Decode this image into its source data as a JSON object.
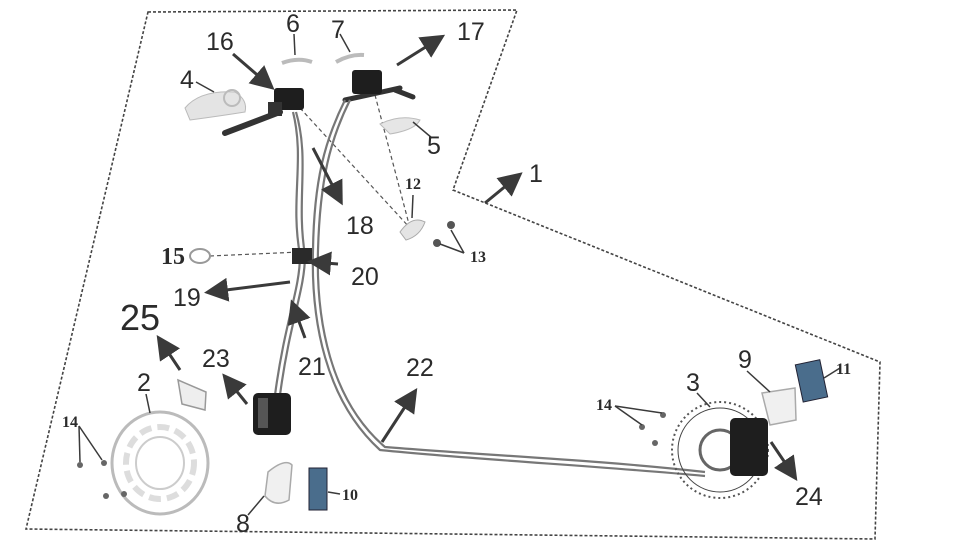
{
  "diagram": {
    "part_numbers": {
      "p1": "1",
      "p2": "2",
      "p3": "3",
      "p4": "4",
      "p5": "5",
      "p6": "6",
      "p7": "7",
      "p8": "8",
      "p9": "9",
      "p10": "10",
      "p11": "11",
      "p12": "12",
      "p13": "13",
      "p14a": "14",
      "p14b": "14",
      "p15": "15",
      "p16": "16",
      "p17": "17",
      "p18": "18",
      "p19": "19",
      "p20": "20",
      "p21": "21",
      "p22": "22",
      "p23": "23",
      "p24": "24",
      "p25": "25"
    },
    "colors": {
      "outline": "#222222",
      "line": "#444444",
      "part_light": "#cfcfcf",
      "part_dark": "#1e1e1e",
      "arrow": "#3a3a3a"
    }
  }
}
